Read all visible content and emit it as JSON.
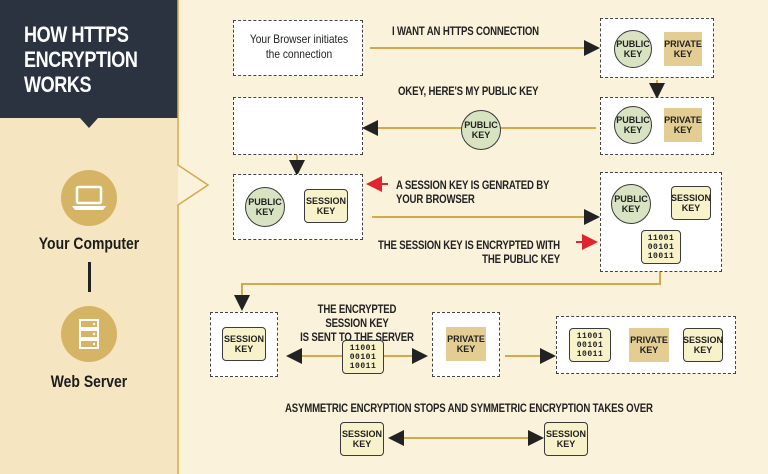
{
  "sidebar": {
    "title": "HOW HTTPS\nENCRYPTION\nWORKS",
    "computer_label": "Your Computer",
    "server_label": "Web Server"
  },
  "steps": {
    "browser_initiates": "Your Browser initiates\nthe connection",
    "want_https": "I WANT AN HTTPS CONNECTION",
    "heres_public_key": "OKEY, HERE'S MY PUBLIC KEY",
    "session_key_generated": "A SESSION KEY IS GENRATED BY\nYOUR BROWSER",
    "session_key_encrypted": "THE SESSION KEY IS ENCRYPTED WITH\nTHE PUBLIC KEY",
    "encrypted_sent": "THE ENCRYPTED SESSION KEY\nIS SENT TO THE SERVER",
    "asymmetric_stops": "ASYMMETRIC ENCRYPTION STOPS AND SYMMETRIC ENCRYPTION TAKES OVER"
  },
  "keys": {
    "public_key": "PUBLIC\nKEY",
    "private_key": "PRIVATE\nKEY",
    "session_key": "SESSION\nKEY",
    "encrypted_bits": "11001\n00101\n10011"
  },
  "colors": {
    "title_bg": "#2b3240",
    "sidebar_bg": "#f5e5c0",
    "page_bg": "#fbf2dc",
    "icon_gold": "#d6b466",
    "arrow_gold": "#d4a94a",
    "public_key_green": "#d7e3c1",
    "private_key_tan": "#e3cd93",
    "session_key_cream": "#f7f2c9",
    "highlight_red": "#e0232e"
  },
  "icons": {
    "computer": "laptop-icon",
    "server": "server-icon"
  }
}
